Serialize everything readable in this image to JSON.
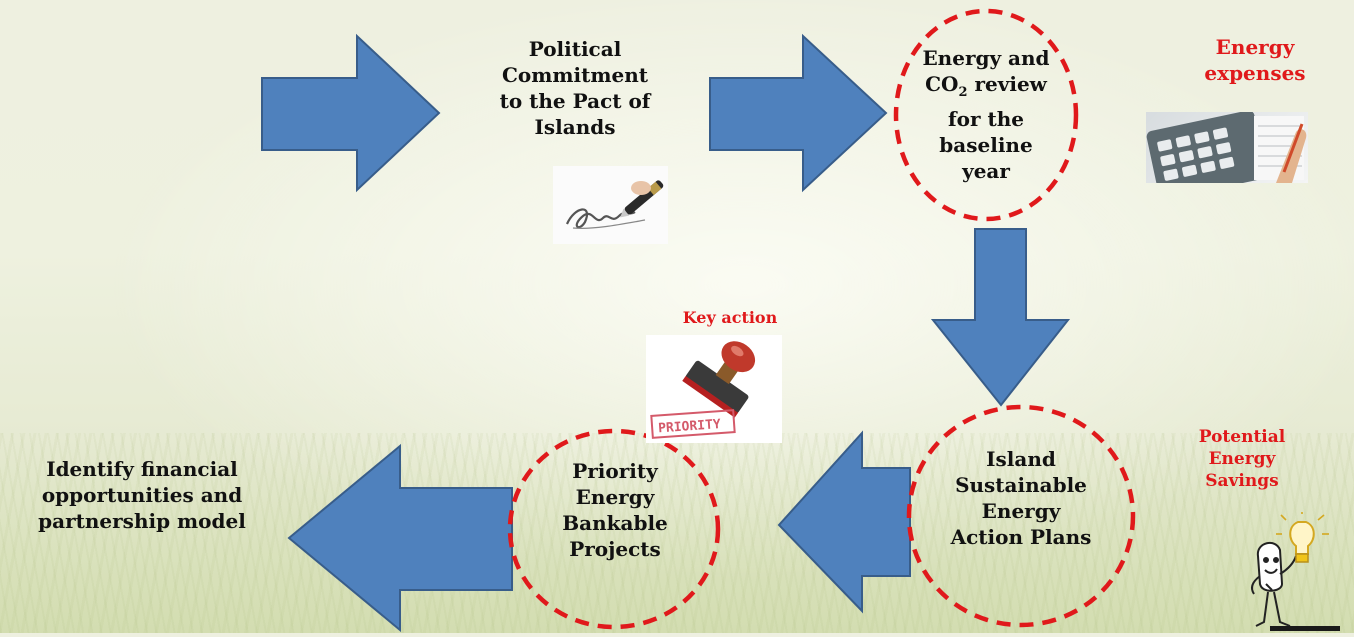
{
  "colors": {
    "arrow_fill": "#4f81bd",
    "arrow_stroke": "#385d8a",
    "circle_dash": "#e0191b",
    "accent_text": "#e0191b"
  },
  "steps": {
    "political": [
      "Political",
      "Commitment",
      "to the Pact of",
      "Islands"
    ],
    "energy_review": {
      "line1": "Energy and",
      "co2_prefix": "CO",
      "co2_sub": "2",
      "co2_suffix": " review",
      "line3": "for the",
      "line4": "baseline",
      "line5": "year"
    },
    "island_plans": [
      "Island",
      "Sustainable",
      "Energy",
      "Action Plans"
    ],
    "priority_projects": [
      "Priority",
      "Energy",
      "Bankable",
      "Projects"
    ],
    "financial": [
      "Identify financial",
      "opportunities and",
      "partnership model"
    ]
  },
  "annotations": {
    "energy_expenses": [
      "Energy",
      "expenses"
    ],
    "key_action": "Key action",
    "potential_savings": [
      "Potential",
      "Energy",
      "Savings"
    ],
    "stamp_word": "PRIORITY"
  },
  "icons": [
    "signature-pen-icon",
    "calculator-icon",
    "priority-stamp-icon",
    "idea-cartoon-icon"
  ]
}
